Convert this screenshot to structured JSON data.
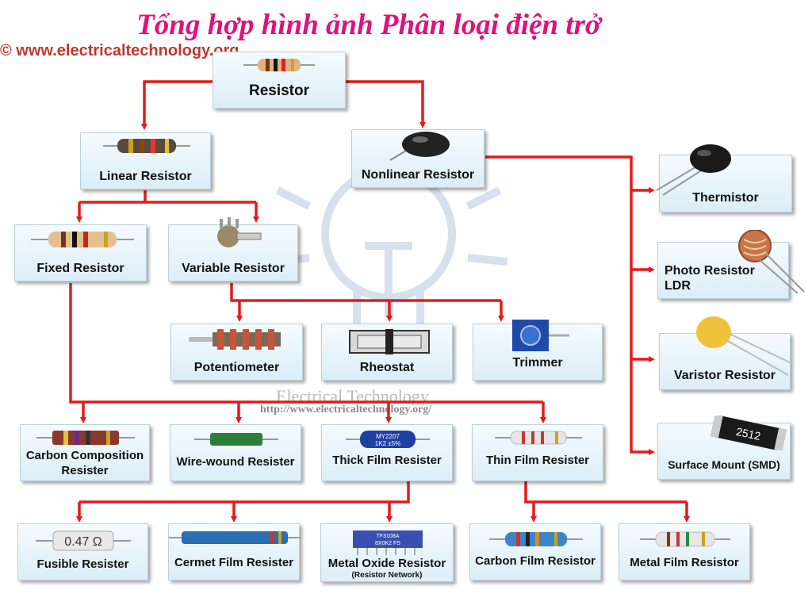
{
  "title": "Tổng hợp hình ảnh Phân loại điện trở",
  "copyright": "© www.electricaltechnology.org",
  "watermark": {
    "name": "Electrical Technology",
    "url": "http://www.electricaltechnology.org/"
  },
  "colors": {
    "arrow": "#e31b1b",
    "box_border": "#b9cfdd",
    "title": "#e0117a"
  },
  "nodes": {
    "resistor": {
      "label": "Resistor",
      "icon": "axial-resistor-icon"
    },
    "linear": {
      "label": "Linear Resistor",
      "icon": "axial-resistor-icon"
    },
    "nonlinear": {
      "label": "Nonlinear Resistor",
      "icon": "thermistor-disc-icon"
    },
    "fixed": {
      "label": "Fixed Resistor",
      "icon": "axial-resistor-icon"
    },
    "variable": {
      "label": "Variable Resistor",
      "icon": "rotary-potentiometer-icon"
    },
    "potentiometer": {
      "label": "Potentiometer",
      "icon": "potentiometer-icon"
    },
    "rheostat": {
      "label": "Rheostat",
      "icon": "rheostat-icon"
    },
    "trimmer": {
      "label": "Trimmer",
      "icon": "trimmer-icon"
    },
    "carbon_comp": {
      "label": "Carbon Composition Resister",
      "icon": "carbon-composition-icon"
    },
    "wirewound": {
      "label": "Wire-wound Resister",
      "icon": "wirewound-resistor-icon"
    },
    "thick": {
      "label": "Thick Film Resister",
      "icon": "thick-film-resistor-icon",
      "marking": "MY2207 1K2 ±5%"
    },
    "thin": {
      "label": "Thin Film Resister",
      "icon": "thin-film-resistor-icon"
    },
    "fusible": {
      "label": "Fusible Resister",
      "icon": "fusible-resistor-icon",
      "marking": "0.47 Ω"
    },
    "cermet": {
      "label": "Cermet Film Resister",
      "icon": "cermet-film-resistor-icon"
    },
    "metal_oxide": {
      "label": "Metal Oxide Resistor",
      "sublabel": "(Resistor Network)",
      "icon": "resistor-network-icon",
      "marking": "TF3108A 8X0K2 FS"
    },
    "carbon_film": {
      "label": "Carbon Film Resistor",
      "icon": "carbon-film-resistor-icon"
    },
    "metal_film": {
      "label": "Metal Film Resistor",
      "icon": "metal-film-resistor-icon"
    },
    "thermistor": {
      "label": "Thermistor",
      "icon": "thermistor-icon"
    },
    "photo": {
      "label": "Photo Resistor LDR",
      "icon": "ldr-icon"
    },
    "varistor": {
      "label": "Varistor Resistor",
      "icon": "varistor-icon"
    },
    "smd": {
      "label": "Surface Mount (SMD)",
      "icon": "smd-resistor-icon",
      "marking": "2512"
    }
  }
}
